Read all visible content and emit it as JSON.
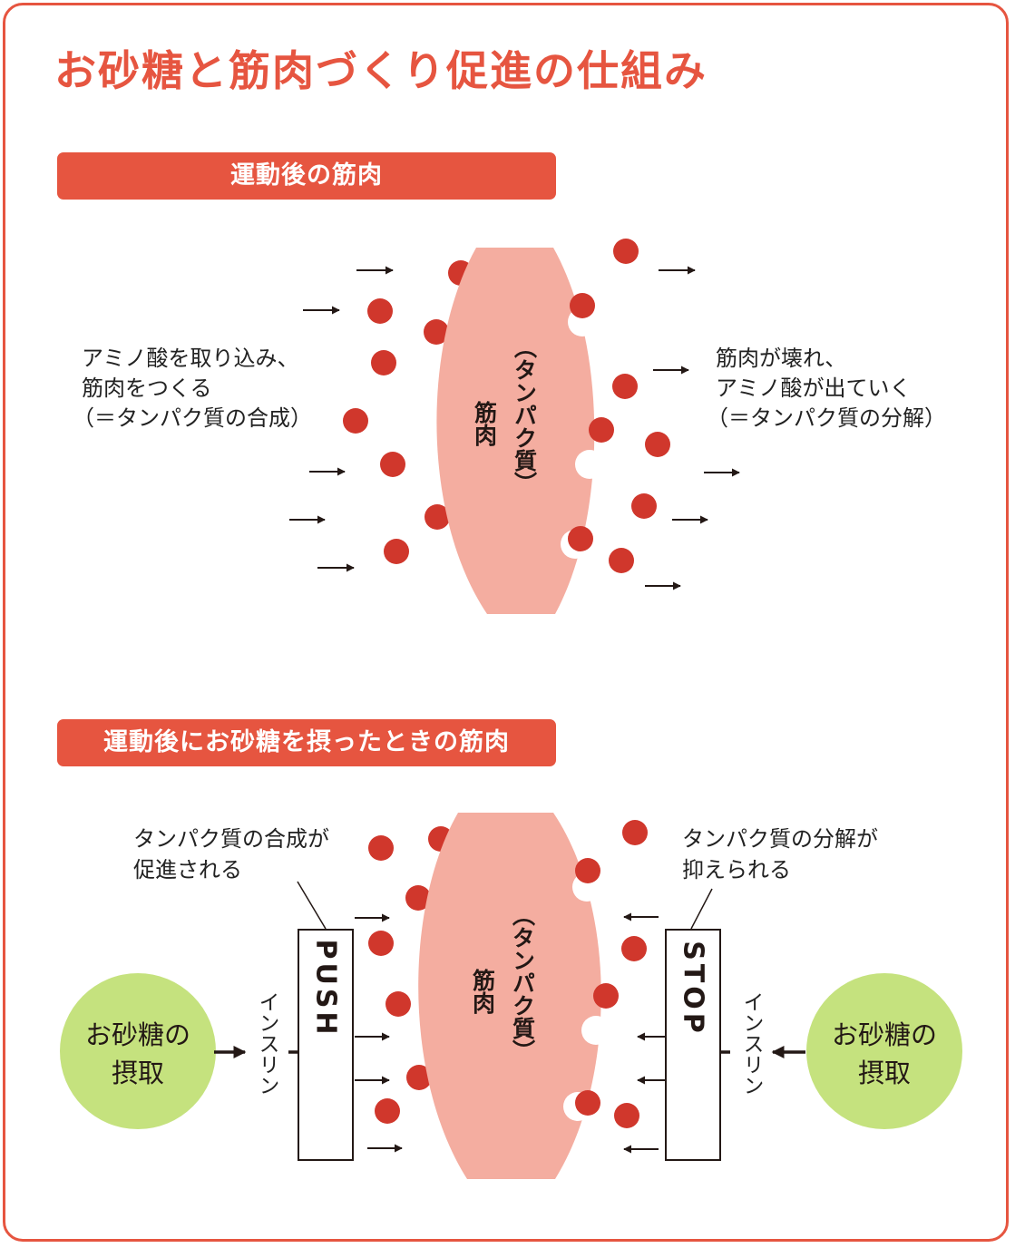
{
  "title": "お砂糖と筋肉づくり促進の仕組み",
  "colors": {
    "accent": "#e65540",
    "muscle": "#f4ada0",
    "amino": "#d0372c",
    "sugar": "#c5e27e",
    "arrow": "#231815"
  },
  "section1": {
    "label": "運動後の筋肉",
    "muscle_line1": "筋肉",
    "muscle_line2": "（タンパク質）",
    "left_text": [
      "アミノ酸を取り込み、",
      "筋肉をつくる",
      "（＝タンパク質の合成）"
    ],
    "right_text": [
      "筋肉が壊れ、",
      "アミノ酸が出ていく",
      "（＝タンパク質の分解）"
    ]
  },
  "section2": {
    "label": "運動後にお砂糖を摂ったときの筋肉",
    "muscle_line1": "筋肉",
    "muscle_line2": "（タンパク質）",
    "push_label": "PUSH",
    "stop_label": "STOP",
    "insulin_left": "インスリン",
    "insulin_right": "インスリン",
    "sugar_left": [
      "お砂糖の",
      "摂取"
    ],
    "sugar_right": [
      "お砂糖の",
      "摂取"
    ],
    "note_left": [
      "タンパク質の合成が",
      "促進される"
    ],
    "note_right": [
      "タンパク質の分解が",
      "抑えられる"
    ]
  }
}
